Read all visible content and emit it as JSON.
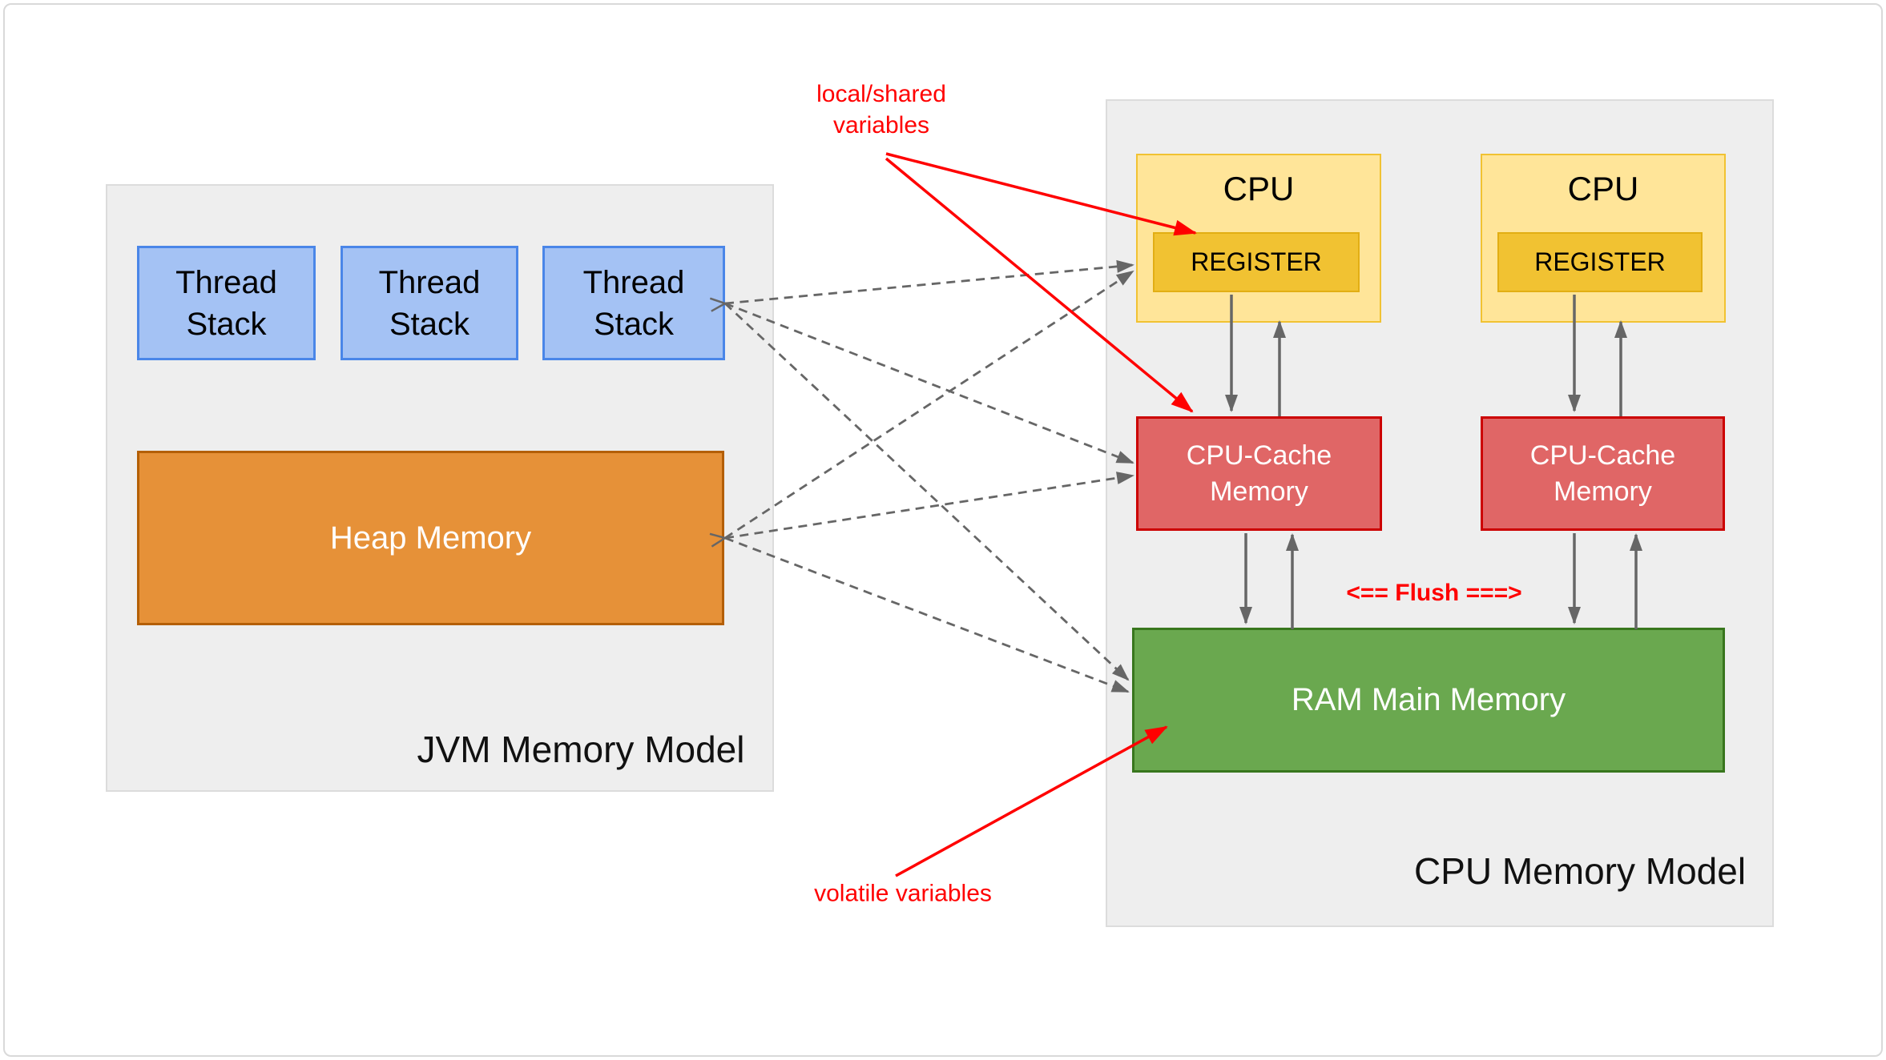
{
  "jvm_model": {
    "title": "JVM Memory Model",
    "thread_stacks": [
      {
        "label": "Thread Stack"
      },
      {
        "label": "Thread Stack"
      },
      {
        "label": "Thread Stack"
      }
    ],
    "heap_label": "Heap Memory",
    "colors": {
      "container_fill": "#eeeeee",
      "thread_fill": "#a4c2f4",
      "thread_border": "#4a86e8",
      "heap_fill": "#e69138",
      "heap_border": "#b45f06"
    }
  },
  "cpu_model": {
    "title": "CPU Memory Model",
    "cpus": [
      {
        "label": "CPU",
        "register_label": "REGISTER",
        "cache_label": "CPU-Cache Memory"
      },
      {
        "label": "CPU",
        "register_label": "REGISTER",
        "cache_label": "CPU-Cache Memory"
      }
    ],
    "ram_label": "RAM Main Memory",
    "flush_label": "<== Flush ===>",
    "colors": {
      "container_fill": "#eeeeee",
      "cpu_fill": "#ffe599",
      "cpu_border": "#f1c232",
      "register_fill": "#f1c232",
      "cache_fill": "#e06666",
      "cache_border": "#cc0000",
      "ram_fill": "#6aa84f",
      "ram_border": "#38761d"
    }
  },
  "annotations": {
    "local_shared_label": "local/shared variables",
    "volatile_label": "volatile variables",
    "annotation_color": "#ff0000"
  },
  "connectors": {
    "dashed_color": "#666666",
    "solid_color": "#666666",
    "dashed_edges": [
      {
        "from": "thread-stack-3",
        "to": "cpu-register-1"
      },
      {
        "from": "thread-stack-3",
        "to": "cpu-cache-1"
      },
      {
        "from": "thread-stack-3",
        "to": "ram-main-memory"
      },
      {
        "from": "heap-memory",
        "to": "cpu-register-1"
      },
      {
        "from": "heap-memory",
        "to": "cpu-cache-1"
      },
      {
        "from": "heap-memory",
        "to": "ram-main-memory"
      }
    ],
    "solid_edges": [
      {
        "from": "cpu-register-1",
        "to": "cpu-cache-1",
        "bidirectional": true
      },
      {
        "from": "cpu-cache-1",
        "to": "ram-main-memory",
        "bidirectional": true
      },
      {
        "from": "cpu-register-2",
        "to": "cpu-cache-2",
        "bidirectional": true
      },
      {
        "from": "cpu-cache-2",
        "to": "ram-main-memory",
        "bidirectional": true
      }
    ],
    "red_arrows": [
      {
        "from": "local-shared-variables-note",
        "to": "cpu-register-1"
      },
      {
        "from": "local-shared-variables-note",
        "to": "cpu-cache-1"
      },
      {
        "from": "volatile-variables-note",
        "to": "ram-main-memory"
      }
    ]
  }
}
